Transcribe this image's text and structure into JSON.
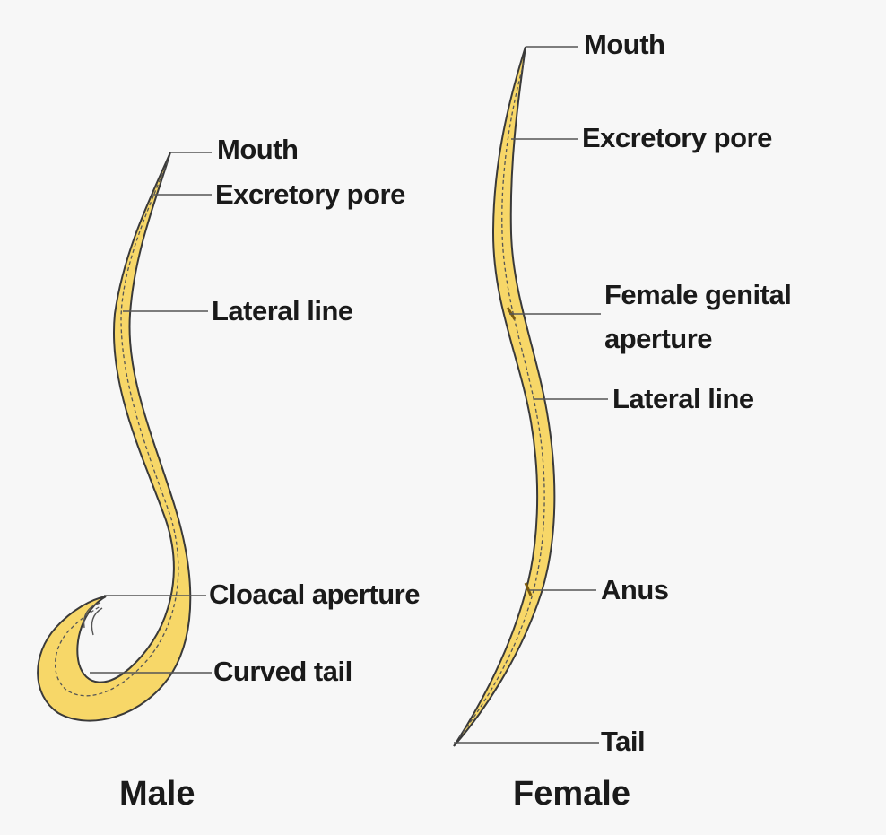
{
  "colors": {
    "body_fill": "#f7d768",
    "body_outline": "#3a3a3a",
    "leader_line": "#555555",
    "background": "#f7f7f7"
  },
  "male": {
    "title": "Male",
    "labels": {
      "mouth": "Mouth",
      "excretory_pore": "Excretory pore",
      "lateral_line": "Lateral line",
      "cloacal_aperture": "Cloacal aperture",
      "curved_tail": "Curved tail"
    }
  },
  "female": {
    "title": "Female",
    "labels": {
      "mouth": "Mouth",
      "excretory_pore": "Excretory pore",
      "genital_aperture_line1": "Female genital",
      "genital_aperture_line2": "aperture",
      "lateral_line": "Lateral line",
      "anus": "Anus",
      "tail": "Tail"
    }
  }
}
